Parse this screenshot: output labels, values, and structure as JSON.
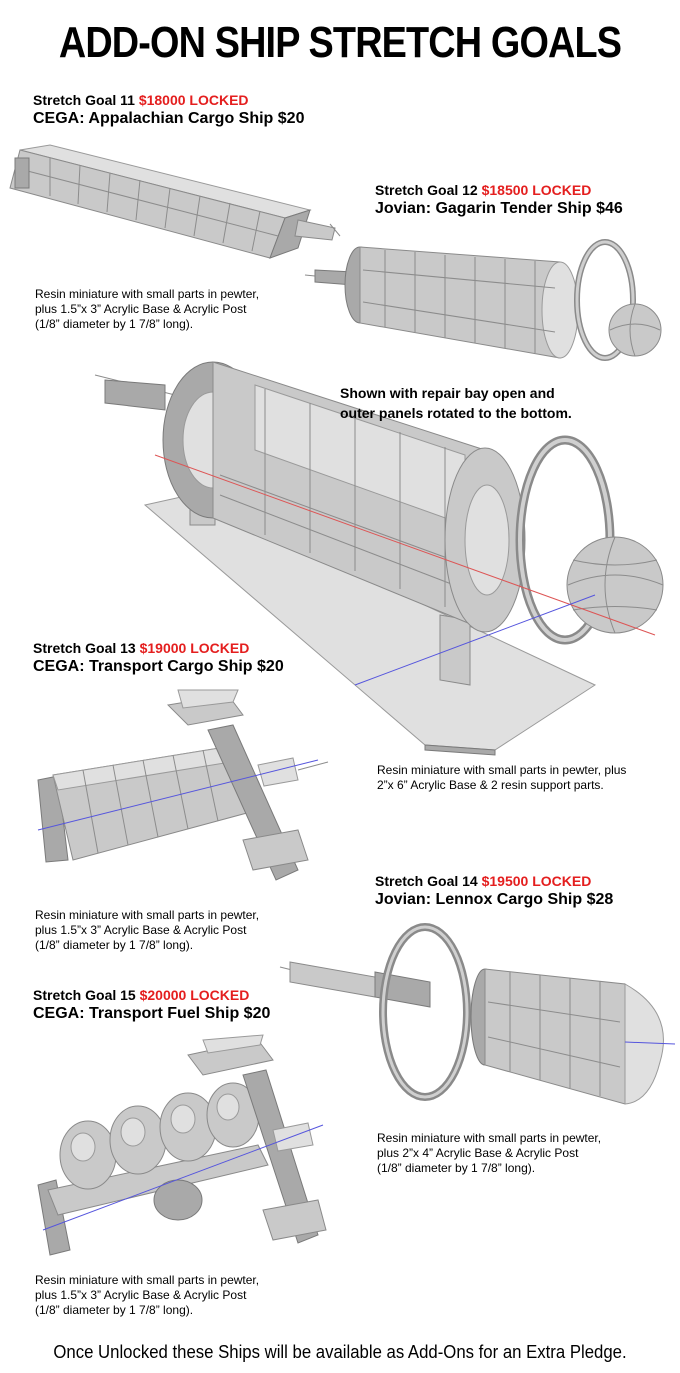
{
  "page": {
    "title": "ADD-ON SHIP STRETCH GOALS",
    "footer": "Once Unlocked these Ships will be available as Add-Ons for an Extra Pledge."
  },
  "colors": {
    "locked": "#e41e1e",
    "model": "#c9c9c9",
    "text": "#000000"
  },
  "goals": [
    {
      "goal_label": "Stretch Goal 11",
      "locked": "$18000 LOCKED",
      "ship": "CEGA: Appalachian Cargo Ship $20",
      "desc": [
        "Resin miniature with small parts in pewter,",
        "plus 1.5”x 3” Acrylic Base & Acrylic Post",
        "(1/8” diameter by 1 7/8” long)."
      ]
    },
    {
      "goal_label": "Stretch Goal 12",
      "locked": "$18500 LOCKED",
      "ship": "Jovian: Gagarin Tender Ship $46",
      "note": [
        "Shown with repair bay open and",
        "outer panels rotated to the bottom."
      ],
      "desc": [
        "Resin miniature with small parts in pewter, plus",
        "2”x 6” Acrylic Base & 2 resin support parts."
      ]
    },
    {
      "goal_label": "Stretch Goal 13",
      "locked": "$19000 LOCKED",
      "ship": "CEGA: Transport Cargo Ship $20",
      "desc": [
        "Resin miniature with small parts in pewter,",
        "plus 1.5”x 3” Acrylic Base & Acrylic Post",
        "(1/8” diameter by 1 7/8” long)."
      ]
    },
    {
      "goal_label": "Stretch Goal 14",
      "locked": "$19500 LOCKED",
      "ship": "Jovian: Lennox Cargo Ship $28",
      "desc": [
        "Resin miniature with small parts in pewter,",
        "plus 2”x 4” Acrylic Base & Acrylic Post",
        "(1/8” diameter by 1 7/8” long)."
      ]
    },
    {
      "goal_label": "Stretch Goal 15",
      "locked": "$20000 LOCKED",
      "ship": "CEGA: Transport Fuel Ship $20",
      "desc": [
        "Resin miniature with small parts in pewter,",
        "plus 1.5”x 3” Acrylic Base & Acrylic Post",
        "(1/8” diameter by 1 7/8” long)."
      ]
    }
  ],
  "icons": {
    "sg11": "appalachian-cargo-ship-icon",
    "sg12_small": "gagarin-tender-ship-icon",
    "sg12_large": "gagarin-tender-ship-repair-bay-open-icon",
    "sg13": "transport-cargo-ship-icon",
    "sg14": "lennox-cargo-ship-icon",
    "sg15": "transport-fuel-ship-icon"
  }
}
